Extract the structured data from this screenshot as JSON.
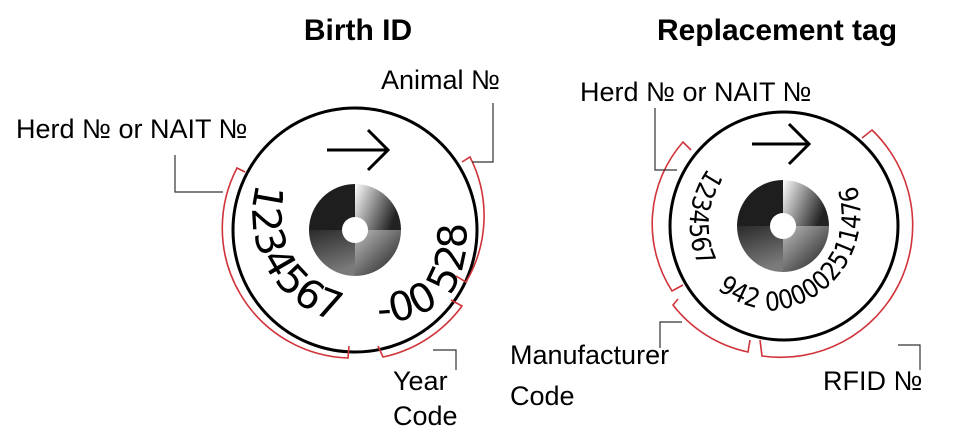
{
  "colors": {
    "bracket": "#d0333a",
    "leader": "#333333",
    "ring": "#000000",
    "center_dark": "#1e1e1e",
    "center_mid": "#6a6a6a",
    "center_light": "#ffffff"
  },
  "birth_id": {
    "title": "Birth ID",
    "arrow_icon": "right-arrow-icon",
    "left_number": "1234567",
    "dash1": "-",
    "year_code_value": "00",
    "dash2": "-",
    "animal_number_value": "528",
    "label_herd": "Herd № or NAIT №",
    "label_animal": "Animal №",
    "label_year_line1": "Year",
    "label_year_line2": "Code"
  },
  "replacement_tag": {
    "title": "Replacement tag",
    "arrow_icon": "right-arrow-icon",
    "herd_number_value": "1234567",
    "manufacturer_code_value": "942",
    "rfid_value": "000002511476",
    "label_herd": "Herd № or NAIT №",
    "label_manufacturer_line1": "Manufacturer",
    "label_manufacturer_line2": "Code",
    "label_rfid": "RFID №"
  }
}
